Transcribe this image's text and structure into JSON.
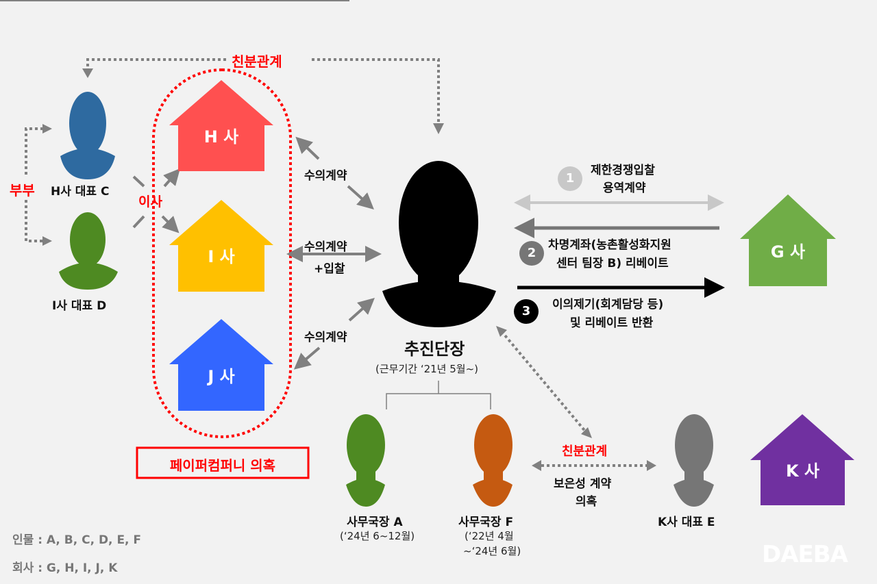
{
  "colors": {
    "background": "#f2f2f2",
    "H": "#ff5050",
    "I": "#ffc000",
    "J": "#3366ff",
    "G": "#70ad47",
    "K": "#7030a0",
    "person_C": "#2e6aa0",
    "person_D": "#4e8a22",
    "person_A": "#4e8a22",
    "person_F": "#c55a11",
    "person_E": "#767676",
    "leader": "#000000",
    "highlight": "#ff0000",
    "arrow_gray": "#808080"
  },
  "relations": {
    "kinship_top": "친분관계",
    "couple": "부부",
    "director": "이사",
    "kinship_bottom": "친분관계",
    "favor_contract": [
      "보은성 계약",
      "의혹"
    ]
  },
  "companies": {
    "H": "H 사",
    "I": "I 사",
    "J": "J 사",
    "G": "G 사",
    "K": "K 사"
  },
  "people": {
    "C": "H사 대표 C",
    "D": "I사 대표 D",
    "leader": {
      "title": "추진단장",
      "period": "(근무기간 ‘21년 5월~)"
    },
    "A": {
      "title": "사무국장 A",
      "period": "(‘24년 6~12월)"
    },
    "F": {
      "title": "사무국장 F",
      "period_line1": "(‘22년 4월",
      "period_line2": "~‘24년 6월)"
    },
    "E": "K사 대표 E"
  },
  "contracts": {
    "H": "수의계약",
    "I": [
      "수의계약",
      "+입찰"
    ],
    "J": "수의계약"
  },
  "steps": [
    {
      "num": "1",
      "lines": [
        "제한경쟁입찰",
        "용역계약"
      ],
      "color": "#bfbfbf"
    },
    {
      "num": "2",
      "lines": [
        "차명계좌(농촌활성화지원",
        "센터 팀장 B) 리베이트"
      ],
      "color": "#767676"
    },
    {
      "num": "3",
      "lines": [
        "이의제기(회계담당 등)",
        "및 리베이트 반환"
      ],
      "color": "#000000"
    }
  ],
  "paper_company_label": "페이퍼컴퍼니 의혹",
  "legend": {
    "people": "인물 : A, B, C, D, E, F",
    "companies": "회사 : G, H, I, J, K"
  },
  "watermark": "DAEBA"
}
